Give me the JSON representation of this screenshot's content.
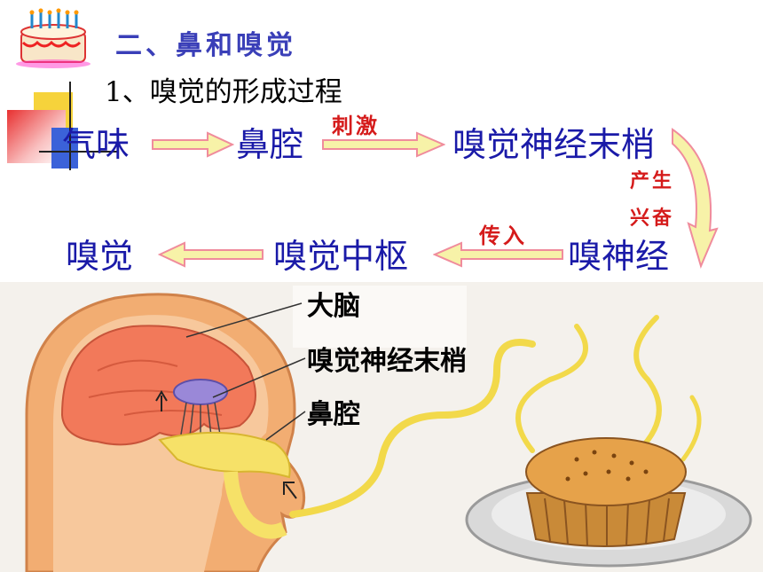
{
  "heading": "二、鼻和嗅觉",
  "subheading": "1、嗅觉的形成过程",
  "flow_row1": {
    "item1": "气味",
    "item2": "鼻腔",
    "item3": "嗅觉神经末梢",
    "arrow2_label": "刺激"
  },
  "side_labels": {
    "top": "产生",
    "bottom": "兴奋"
  },
  "flow_row2": {
    "item1": "嗅觉",
    "item2": "嗅觉中枢",
    "item3": "嗅神经",
    "arrow2_label": "传入"
  },
  "diagram_labels": {
    "brain": "大脑",
    "nerve_endings": "嗅觉神经末梢",
    "nasal_cavity": "鼻腔"
  },
  "colors": {
    "title": "#3a3fb8",
    "flow_text": "#1a1aa8",
    "red_label": "#d51b1b",
    "arrow_fill": "#f7f2a8",
    "arrow_stroke": "#f08c9c"
  }
}
